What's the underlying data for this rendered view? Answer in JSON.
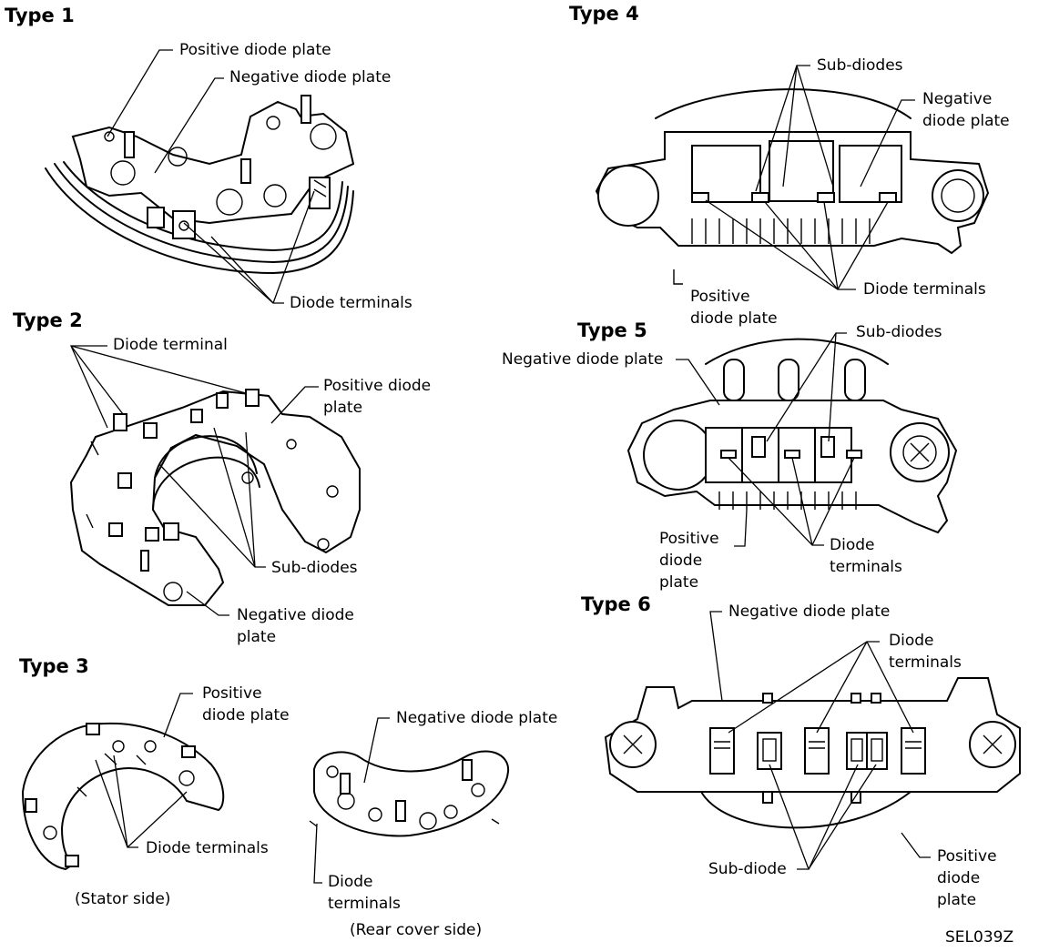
{
  "titles": {
    "type1": "Type 1",
    "type2": "Type 2",
    "type3": "Type 3",
    "type4": "Type 4",
    "type5": "Type 5",
    "type6": "Type 6"
  },
  "type1": {
    "positive_plate": "Positive diode plate",
    "negative_plate": "Negative diode plate",
    "diode_terminals": "Diode terminals"
  },
  "type2": {
    "diode_terminal": "Diode terminal",
    "positive_plate": "Positive diode\nplate",
    "sub_diodes": "Sub-diodes",
    "negative_plate": "Negative diode\nplate"
  },
  "type3": {
    "positive_plate": "Positive\ndiode plate",
    "diode_terminals_stator": "Diode terminals",
    "stator_side": "(Stator side)",
    "negative_plate": "Negative diode plate",
    "diode_terminals_rear": "Diode\nterminals",
    "rear_cover_side": "(Rear cover side)"
  },
  "type4": {
    "sub_diodes": "Sub-diodes",
    "negative_plate": "Negative\ndiode plate",
    "diode_terminals": "Diode terminals",
    "positive_plate": "Positive\ndiode plate"
  },
  "type5": {
    "negative_plate": "Negative diode plate",
    "sub_diodes": "Sub-diodes",
    "positive_plate": "Positive\ndiode\nplate",
    "diode_terminals": "Diode\nterminals"
  },
  "type6": {
    "negative_plate": "Negative diode plate",
    "diode_terminals": "Diode\nterminals",
    "sub_diode": "Sub-diode",
    "positive_plate": "Positive\ndiode\nplate"
  },
  "figure_code": "SEL039Z"
}
